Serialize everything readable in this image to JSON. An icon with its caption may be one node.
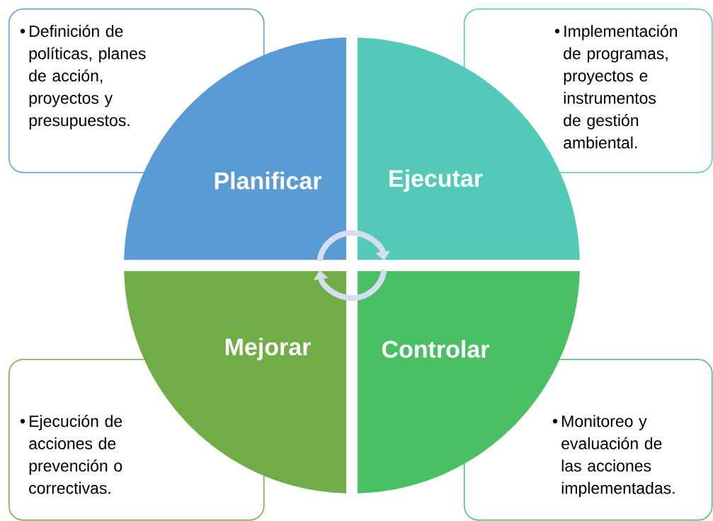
{
  "diagram": {
    "nodes": [
      {
        "text": [
          "Definición de políticas, planes de acción, proyectos y presupuestos."
        ]
      },
      {
        "text": [
          "Implementación de programas, proyectos e instrumentos de gestión ambiental."
        ]
      },
      {
        "text": [
          "Planificar"
        ]
      },
      {
        "text": [
          "Ejecutar"
        ]
      },
      {
        "text": [
          "Mejorar"
        ]
      },
      {
        "text": [
          "Controlar"
        ]
      },
      {
        "text": [
          "Ejecución de acciones de prevención o correctivas."
        ]
      },
      {
        "text": [
          "Monitoreo y evaluación de las acciones implementadas."
        ]
      }
    ],
    "edges": [
      {
        "from": 2,
        "to": 3,
        "arrow": "to"
      },
      {
        "from": 5,
        "to": 4,
        "arrow": "to"
      }
    ]
  }
}
